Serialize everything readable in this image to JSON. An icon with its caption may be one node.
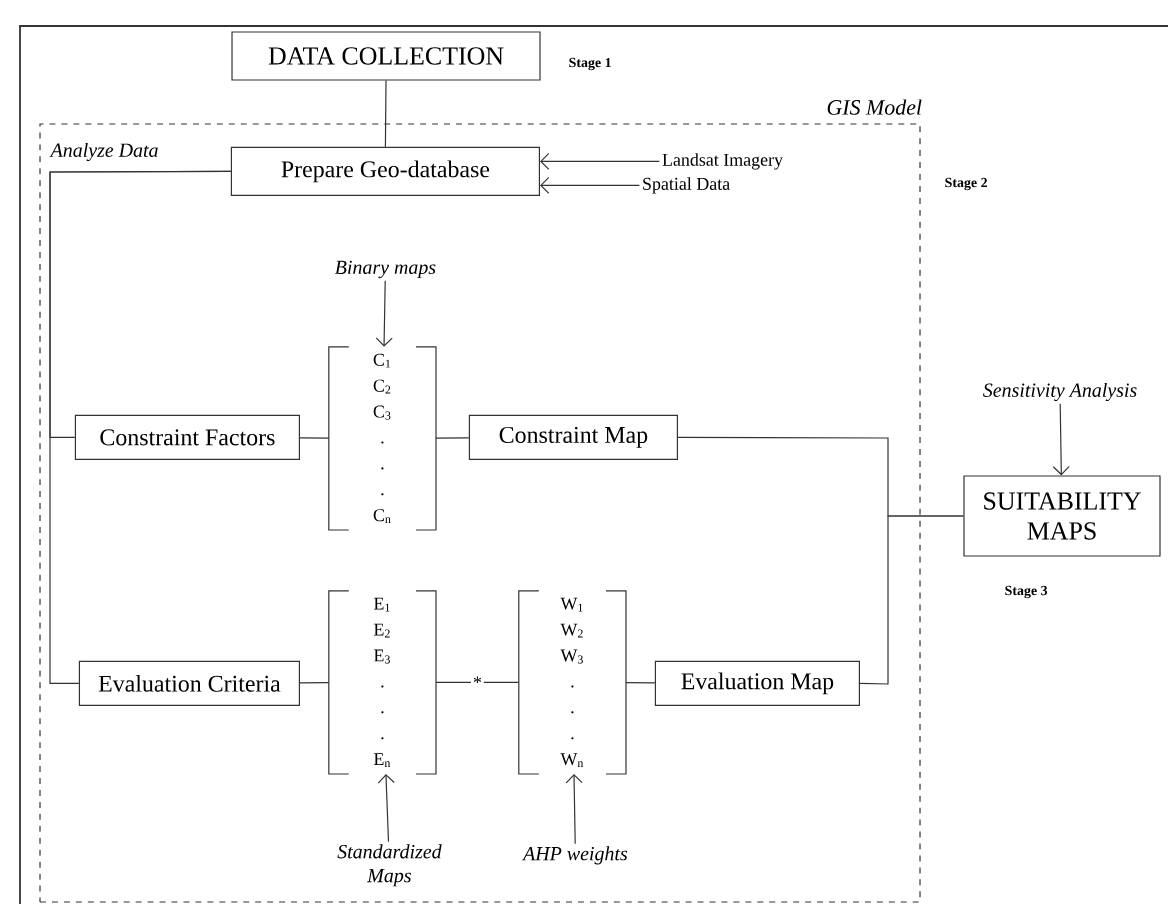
{
  "diagram": {
    "nodes": [
      {
        "text": [
          "DATA COLLECTION"
        ],
        "beside": [
          "Stage 1"
        ]
      },
      {
        "text": [
          "GIS Model",
          "Analyze Data"
        ],
        "beside": [
          "Stage 2"
        ]
      },
      {
        "text": [
          "Prepare Geo-database"
        ],
        "in": 1
      },
      {
        "text": [
          "Landsat Imagery"
        ],
        "in": 1
      },
      {
        "text": [
          "Spatial Data"
        ],
        "in": 1
      },
      {
        "text": [
          "Binary maps"
        ],
        "in": 1
      },
      {
        "text": [
          "Constraint Factors"
        ],
        "in": 1
      },
      {
        "text": [
          "C$_{1}$",
          "C$_{2}$",
          "C$_{3}$",
          ".",
          ".",
          ".",
          "C$_{n}$"
        ],
        "in": 1
      },
      {
        "text": [
          "Constraint Map"
        ],
        "in": 1
      },
      {
        "text": [
          "Evaluation Criteria"
        ],
        "in": 1
      },
      {
        "text": [
          "E$_{1}$",
          "E$_{2}$",
          "E$_{3}$",
          ".",
          ".",
          ".",
          "E$_{n}$"
        ],
        "in": 1
      },
      {
        "text": [
          "W$_{1}$",
          "W$_{2}$",
          "W$_{3}$",
          ".",
          ".",
          ".",
          "W$_{n}$"
        ],
        "in": 1
      },
      {
        "text": [
          "Evaluation Map"
        ],
        "in": 1
      },
      {
        "text": [
          "Standardized Maps"
        ],
        "in": 1
      },
      {
        "text": [
          "AHP weights"
        ],
        "in": 1
      },
      {
        "text": [
          "Sensitivity Analysis"
        ]
      },
      {
        "text": [
          "SUITABILITY MAPS"
        ],
        "beside": [
          "Stage 3"
        ]
      }
    ],
    "edges": [
      {
        "from": 0,
        "to": 2,
        "arrow": "none"
      },
      {
        "from": 3,
        "to": 2,
        "arrow": "to"
      },
      {
        "from": 4,
        "to": 2,
        "arrow": "to"
      },
      {
        "from": 2,
        "to": 6,
        "arrow": "none"
      },
      {
        "from": 2,
        "to": 9,
        "arrow": "none"
      },
      {
        "from": 5,
        "to": 7,
        "arrow": "to"
      },
      {
        "from": 6,
        "to": 7,
        "arrow": "none"
      },
      {
        "from": 7,
        "to": 8,
        "arrow": "none"
      },
      {
        "from": 9,
        "to": 10,
        "arrow": "none"
      },
      {
        "from": 10,
        "to": 11,
        "arrow": "none",
        "label": "*"
      },
      {
        "from": 11,
        "to": 12,
        "arrow": "none"
      },
      {
        "from": 8,
        "to": 16,
        "arrow": "none"
      },
      {
        "from": 12,
        "to": 16,
        "arrow": "none"
      },
      {
        "from": 15,
        "to": 16,
        "arrow": "to"
      },
      {
        "from": 13,
        "to": 10,
        "arrow": "to"
      },
      {
        "from": 14,
        "to": 11,
        "arrow": "to"
      }
    ]
  }
}
